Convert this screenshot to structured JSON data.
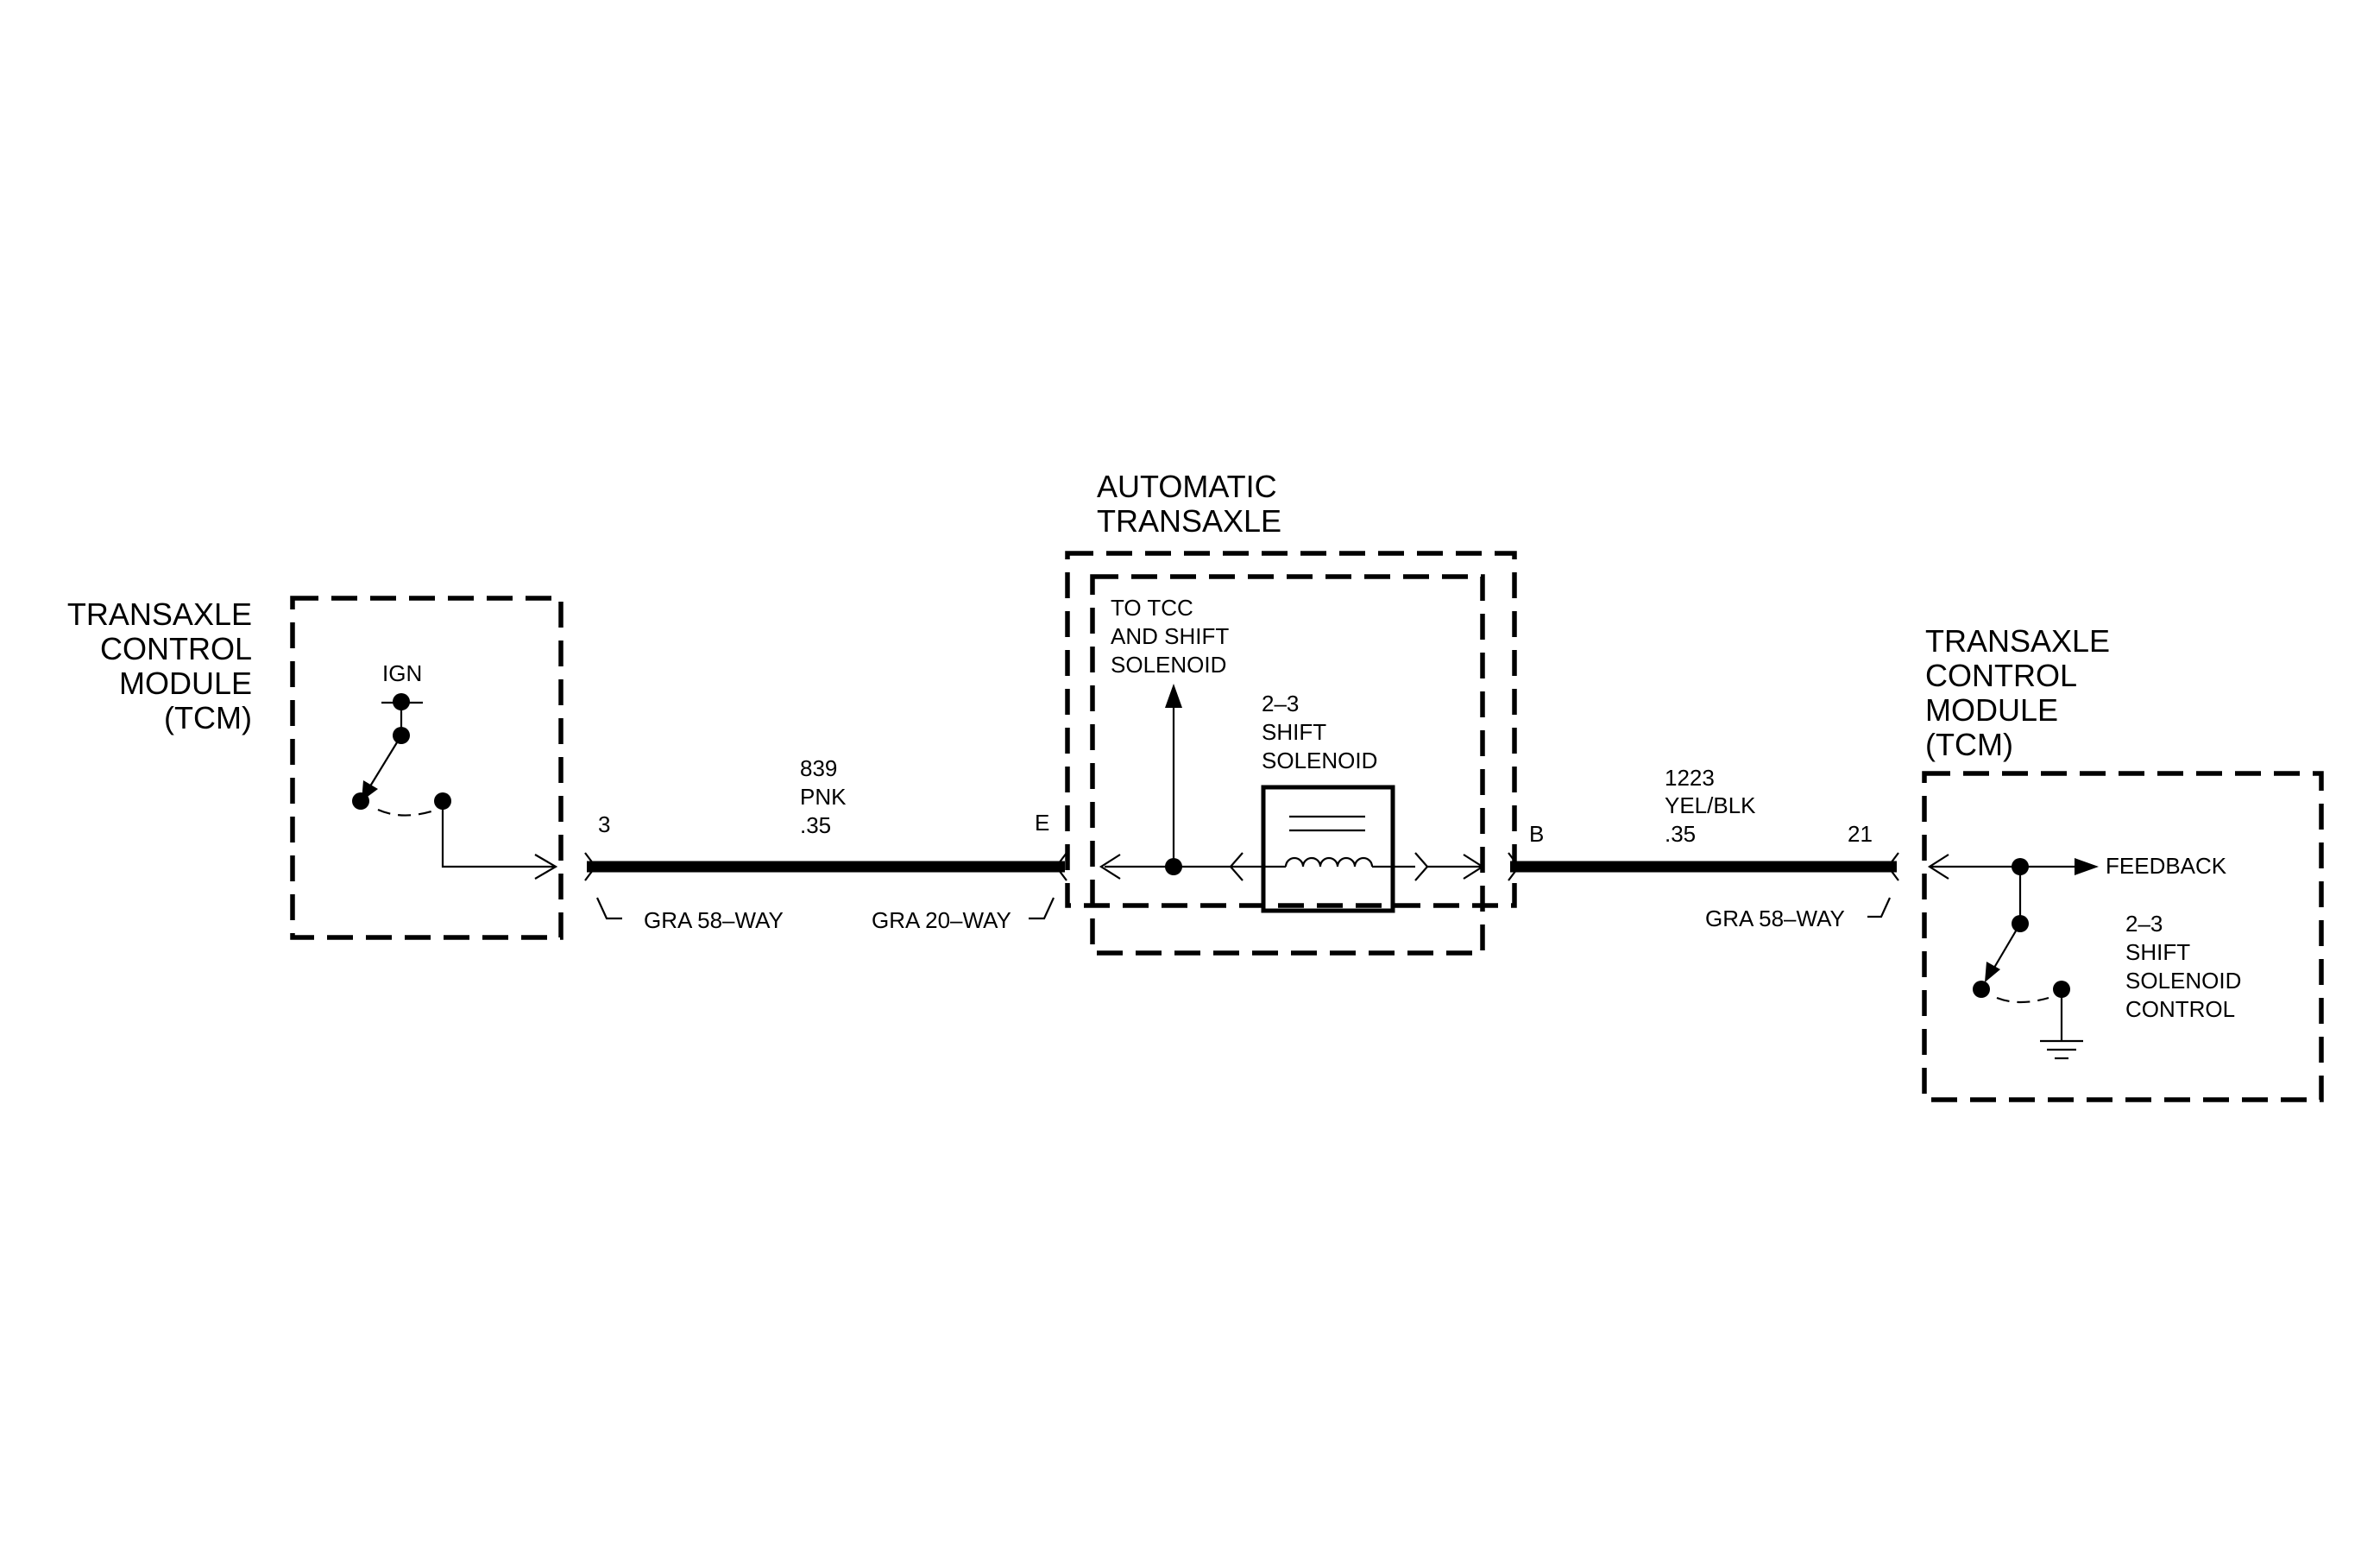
{
  "left_module": {
    "title_lines": [
      "TRANSAXLE",
      "CONTROL",
      "MODULE",
      "(TCM)"
    ],
    "ign_label": "IGN",
    "pin": "3",
    "connector": "GRA 58–WAY"
  },
  "wire_1": {
    "circuit": "839",
    "color": "PNK",
    "gauge": ".35"
  },
  "transaxle": {
    "title_lines": [
      "AUTOMATIC",
      "TRANSAXLE"
    ],
    "pin_in": "E",
    "connector": "GRA 20–WAY",
    "to_tcc_lines": [
      "TO TCC",
      "AND SHIFT",
      "SOLENOID"
    ],
    "solenoid_lines": [
      "2–3",
      "SHIFT",
      "SOLENOID"
    ],
    "pin_out": "B"
  },
  "wire_2": {
    "circuit": "1223",
    "color": "YEL/BLK",
    "gauge": ".35"
  },
  "right_module": {
    "title_lines": [
      "TRANSAXLE",
      "CONTROL",
      "MODULE",
      "(TCM)"
    ],
    "pin": "21",
    "connector": "GRA 58–WAY",
    "feedback": "FEEDBACK",
    "control_lines": [
      "2–3",
      "SHIFT",
      "SOLENOID",
      "CONTROL"
    ]
  }
}
